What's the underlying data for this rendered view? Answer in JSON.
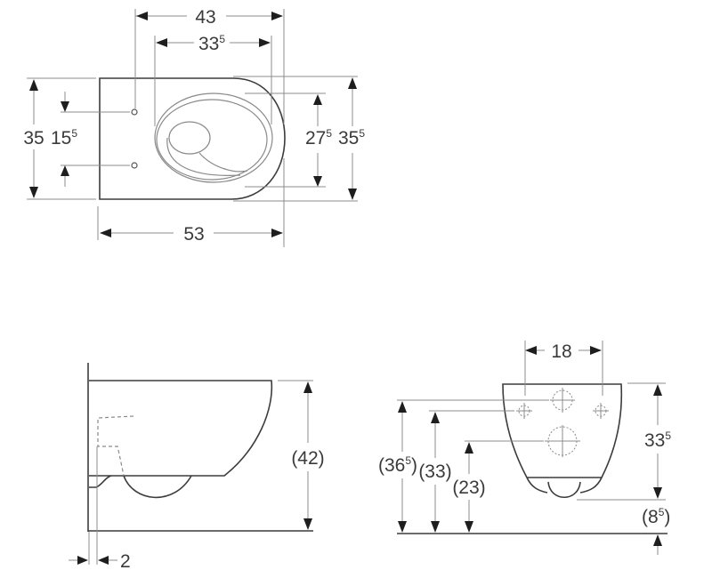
{
  "drawing": {
    "type": "technical dimension drawing - wall-hung toilet",
    "unit_hint": "cm",
    "views": {
      "top": {
        "dims": {
          "overall_width_arrow": "43",
          "inner_width_main": "33",
          "inner_width_sup": "5",
          "depth": "53",
          "height_left": "35",
          "hole_spacing_main": "15",
          "hole_spacing_sup": "5",
          "bowl_opening_main": "27",
          "bowl_opening_sup": "5",
          "overall_right_main": "35",
          "overall_right_sup": "5"
        }
      },
      "side": {
        "dims": {
          "height": "(42)",
          "wall_gap": "2"
        }
      },
      "front": {
        "dims": {
          "bolt_spacing": "18",
          "h1_open": "(36",
          "h1_sup": "5",
          "h1_close": ")",
          "h2": "(33)",
          "h3": "(23)",
          "body_height_main": "33",
          "body_height_sup": "5",
          "bottom_open": "(8",
          "bottom_sup": "5",
          "bottom_close": ")"
        }
      }
    }
  }
}
